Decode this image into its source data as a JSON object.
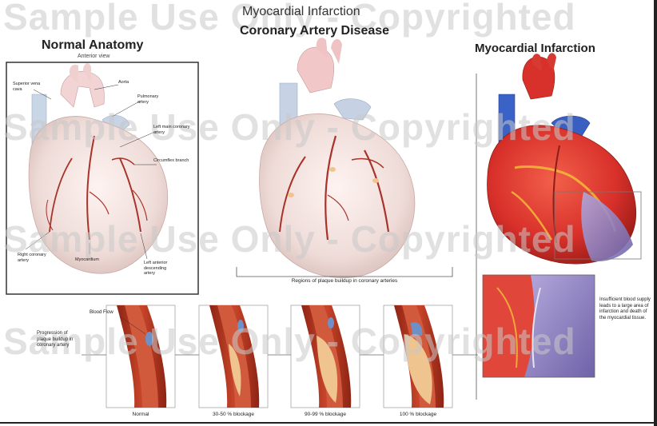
{
  "titles": {
    "top": "Myocardial Infarction",
    "middle": "Coronary Artery Disease",
    "right": "Myocardial Infarction",
    "left": "Normal Anatomy",
    "left_subtitle": "Anterior view"
  },
  "watermark": "Sample Use Only - Copyrighted",
  "anatomy_labels": {
    "superior_vena_cava": "Superior vena cava",
    "aorta": "Aorta",
    "pulmonary_artery": "Pulmonary artery",
    "left_main_coronary": "Left main coronary artery",
    "circumflex": "Circumflex branch",
    "right_coronary": "Right coronary artery",
    "myocardium": "Myocardium",
    "lad": "Left anterior descending artery"
  },
  "middle_caption": "Regions of plaque buildup in coronary arteries",
  "progression": {
    "blood_flow": "Blood Flow",
    "description": "Progression of plaque buildup in coronary artery",
    "stages": [
      "Normal",
      "30-50 % blockage",
      "90-99 % blockage",
      "100 % blockage"
    ]
  },
  "infarction_note": "Insufficient blood supply leads to a large area of infarction and death of the myocardial tissue.",
  "colors": {
    "artery_red": "#b5361f",
    "heart_red": "#d8302a",
    "pale_heart": "#efdcd8",
    "plaque": "#f0c48e",
    "clot_blue": "#6f8fc7",
    "infarct_purple": "#8f82c0",
    "frame": "#333333"
  }
}
